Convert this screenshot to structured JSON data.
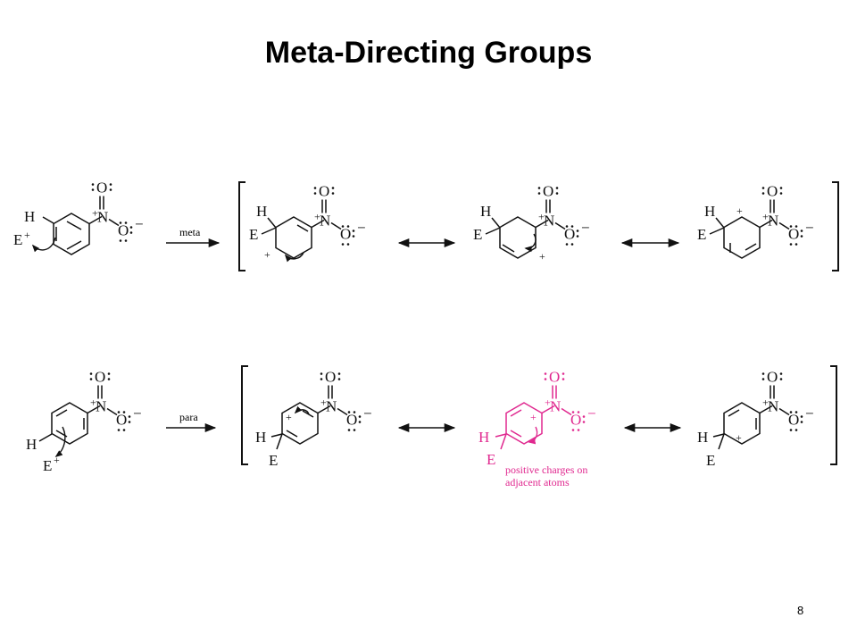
{
  "title": "Meta-Directing Groups",
  "page_number": "8",
  "colors": {
    "text": "#000000",
    "highlight": "#e0288f"
  },
  "atoms": {
    "oxygen": "O",
    "nitrogen": "N",
    "hydrogen": "H",
    "electrophile": "E",
    "plus": "+",
    "minus": "−"
  },
  "rows": [
    {
      "name": "meta",
      "arrow_label": "meta",
      "resonance_structures": 3,
      "highlighted_structure": null
    },
    {
      "name": "para",
      "arrow_label": "para",
      "resonance_structures": 3,
      "highlighted_structure": 2
    }
  ],
  "annotation": {
    "line1": "positive charges on",
    "line2": "adjacent atoms"
  },
  "icons": [
    "resonance-arrow-icon",
    "reaction-arrow-icon",
    "curved-electron-arrow-icon",
    "bracket-icon"
  ]
}
